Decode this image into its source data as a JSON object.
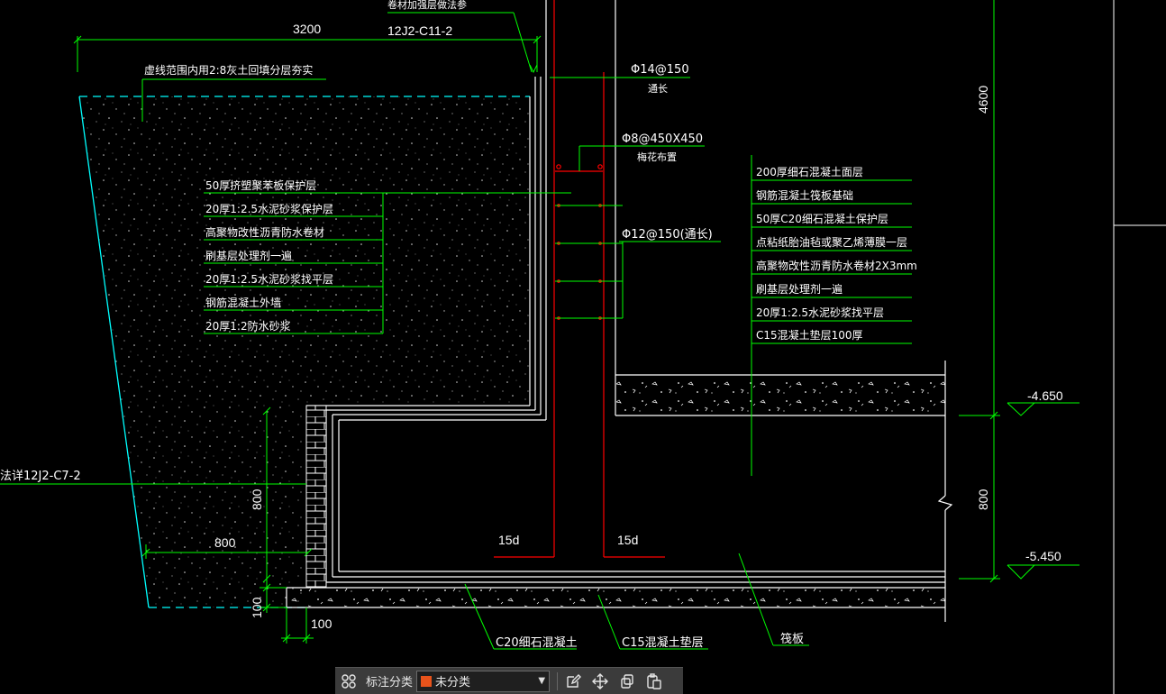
{
  "drawing": {
    "dim_3200": "3200",
    "dim_4600": "4600",
    "dim_800_right": "800",
    "dim_800_vertical": "800",
    "dim_800_horizontal": "800",
    "dim_100_vertical": "100",
    "dim_100_horizontal": "100",
    "elev_top": "-4.650",
    "elev_bottom": "-5.450",
    "label_joint_partial": "卷材加强层做法参",
    "label_ref_c11": "12J2-C11-2",
    "label_backfill": "虚线范围内用2:8灰土回填分层夯实",
    "label_ref_c7_partial": "法详12J2-C7-2",
    "label_rebar_14": "Φ14@150",
    "label_rebar_14_sub": "通长",
    "label_rebar_8": "Φ8@450X450",
    "label_rebar_8_sub": "梅花布置",
    "label_rebar_12": "Φ12@150(通长)",
    "label_15d_left": "15d",
    "label_15d_right": "15d",
    "label_c20": "C20细石混凝土",
    "label_c15": "C15混凝土垫层",
    "label_raft": "筏板",
    "wall_layers": [
      "50厚挤塑聚苯板保护层",
      "20厚1:2.5水泥砂浆保护层",
      "高聚物改性沥青防水卷材",
      "刷基层处理剂一遍",
      "20厚1:2.5水泥砂浆找平层",
      "钢筋混凝土外墙",
      "20厚1:2防水砂浆"
    ],
    "floor_layers": [
      "200厚细石混凝土面层",
      "钢筋混凝土筏板基础",
      "50厚C20细石混凝土保护层",
      "点粘纸胎油毡或聚乙烯薄膜一层",
      "高聚物改性沥青防水卷材2X3mm",
      "刷基层处理剂一遍",
      "20厚1:2.5水泥砂浆找平层",
      "C15混凝土垫层100厚"
    ]
  },
  "toolbar": {
    "classify_label": "标注分类",
    "selected_value": "未分类",
    "swatch_color": "#e8531b",
    "icons": [
      "grid-icon",
      "edit-icon",
      "move-icon",
      "copy-icon",
      "paste-icon"
    ]
  },
  "colors": {
    "dim_green": "#00ff00",
    "rebar_red": "#ff0000",
    "outline_white": "#ffffff",
    "backfill_cyan": "#00ffff"
  }
}
